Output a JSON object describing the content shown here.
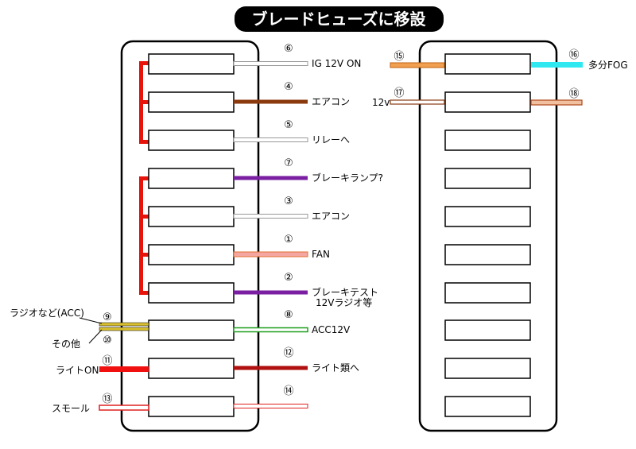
{
  "title": "ブレードヒューズに移設",
  "left_panel": {
    "wires": [
      {
        "num": "⑥",
        "label": "IG 12V ON",
        "color": "#ffffff"
      },
      {
        "num": "④",
        "label": "エアコン",
        "color": "#8b3a0e"
      },
      {
        "num": "⑤",
        "label": "リレーへ",
        "color": "#ffffff"
      },
      {
        "num": "⑦",
        "label": "ブレーキランプ?",
        "color": "#7a1fa2"
      },
      {
        "num": "③",
        "label": "エアコン",
        "color": "#ffffff"
      },
      {
        "num": "①",
        "label": "FAN",
        "color": "#f4a6a0"
      },
      {
        "num": "②",
        "label": "ブレーキテスト",
        "label2": "12Vラジオ等",
        "color": "#7a1fa2"
      },
      {
        "num": "⑧",
        "label": "ACC12V",
        "color": "#1e9e1e"
      },
      {
        "num": "⑫",
        "label": "ライト類へ",
        "color": "#b01010"
      },
      {
        "num": "⑭",
        "label": "",
        "color": "#ffffff"
      }
    ],
    "inputs": {
      "radio": {
        "num": "⑨",
        "label": "ラジオなど(ACC)"
      },
      "other": {
        "num": "⑩",
        "label": "その他"
      },
      "light": {
        "num": "⑪",
        "label": "ライトON"
      },
      "small": {
        "num": "⑬",
        "label": "スモール"
      }
    }
  },
  "right_panel": {
    "in_15": {
      "num": "⑮"
    },
    "out_16": {
      "num": "⑯",
      "label": "多分FOG"
    },
    "in_17": {
      "num": "⑰",
      "label": "12v"
    },
    "out_18": {
      "num": "⑱"
    }
  },
  "colors": {
    "bus_red": "#e8140c",
    "light_red": "#f01010",
    "yellow": "#d8c030",
    "orange": "#f0a050",
    "cyan": "#30e8f0",
    "brown": "#b04a1a"
  }
}
